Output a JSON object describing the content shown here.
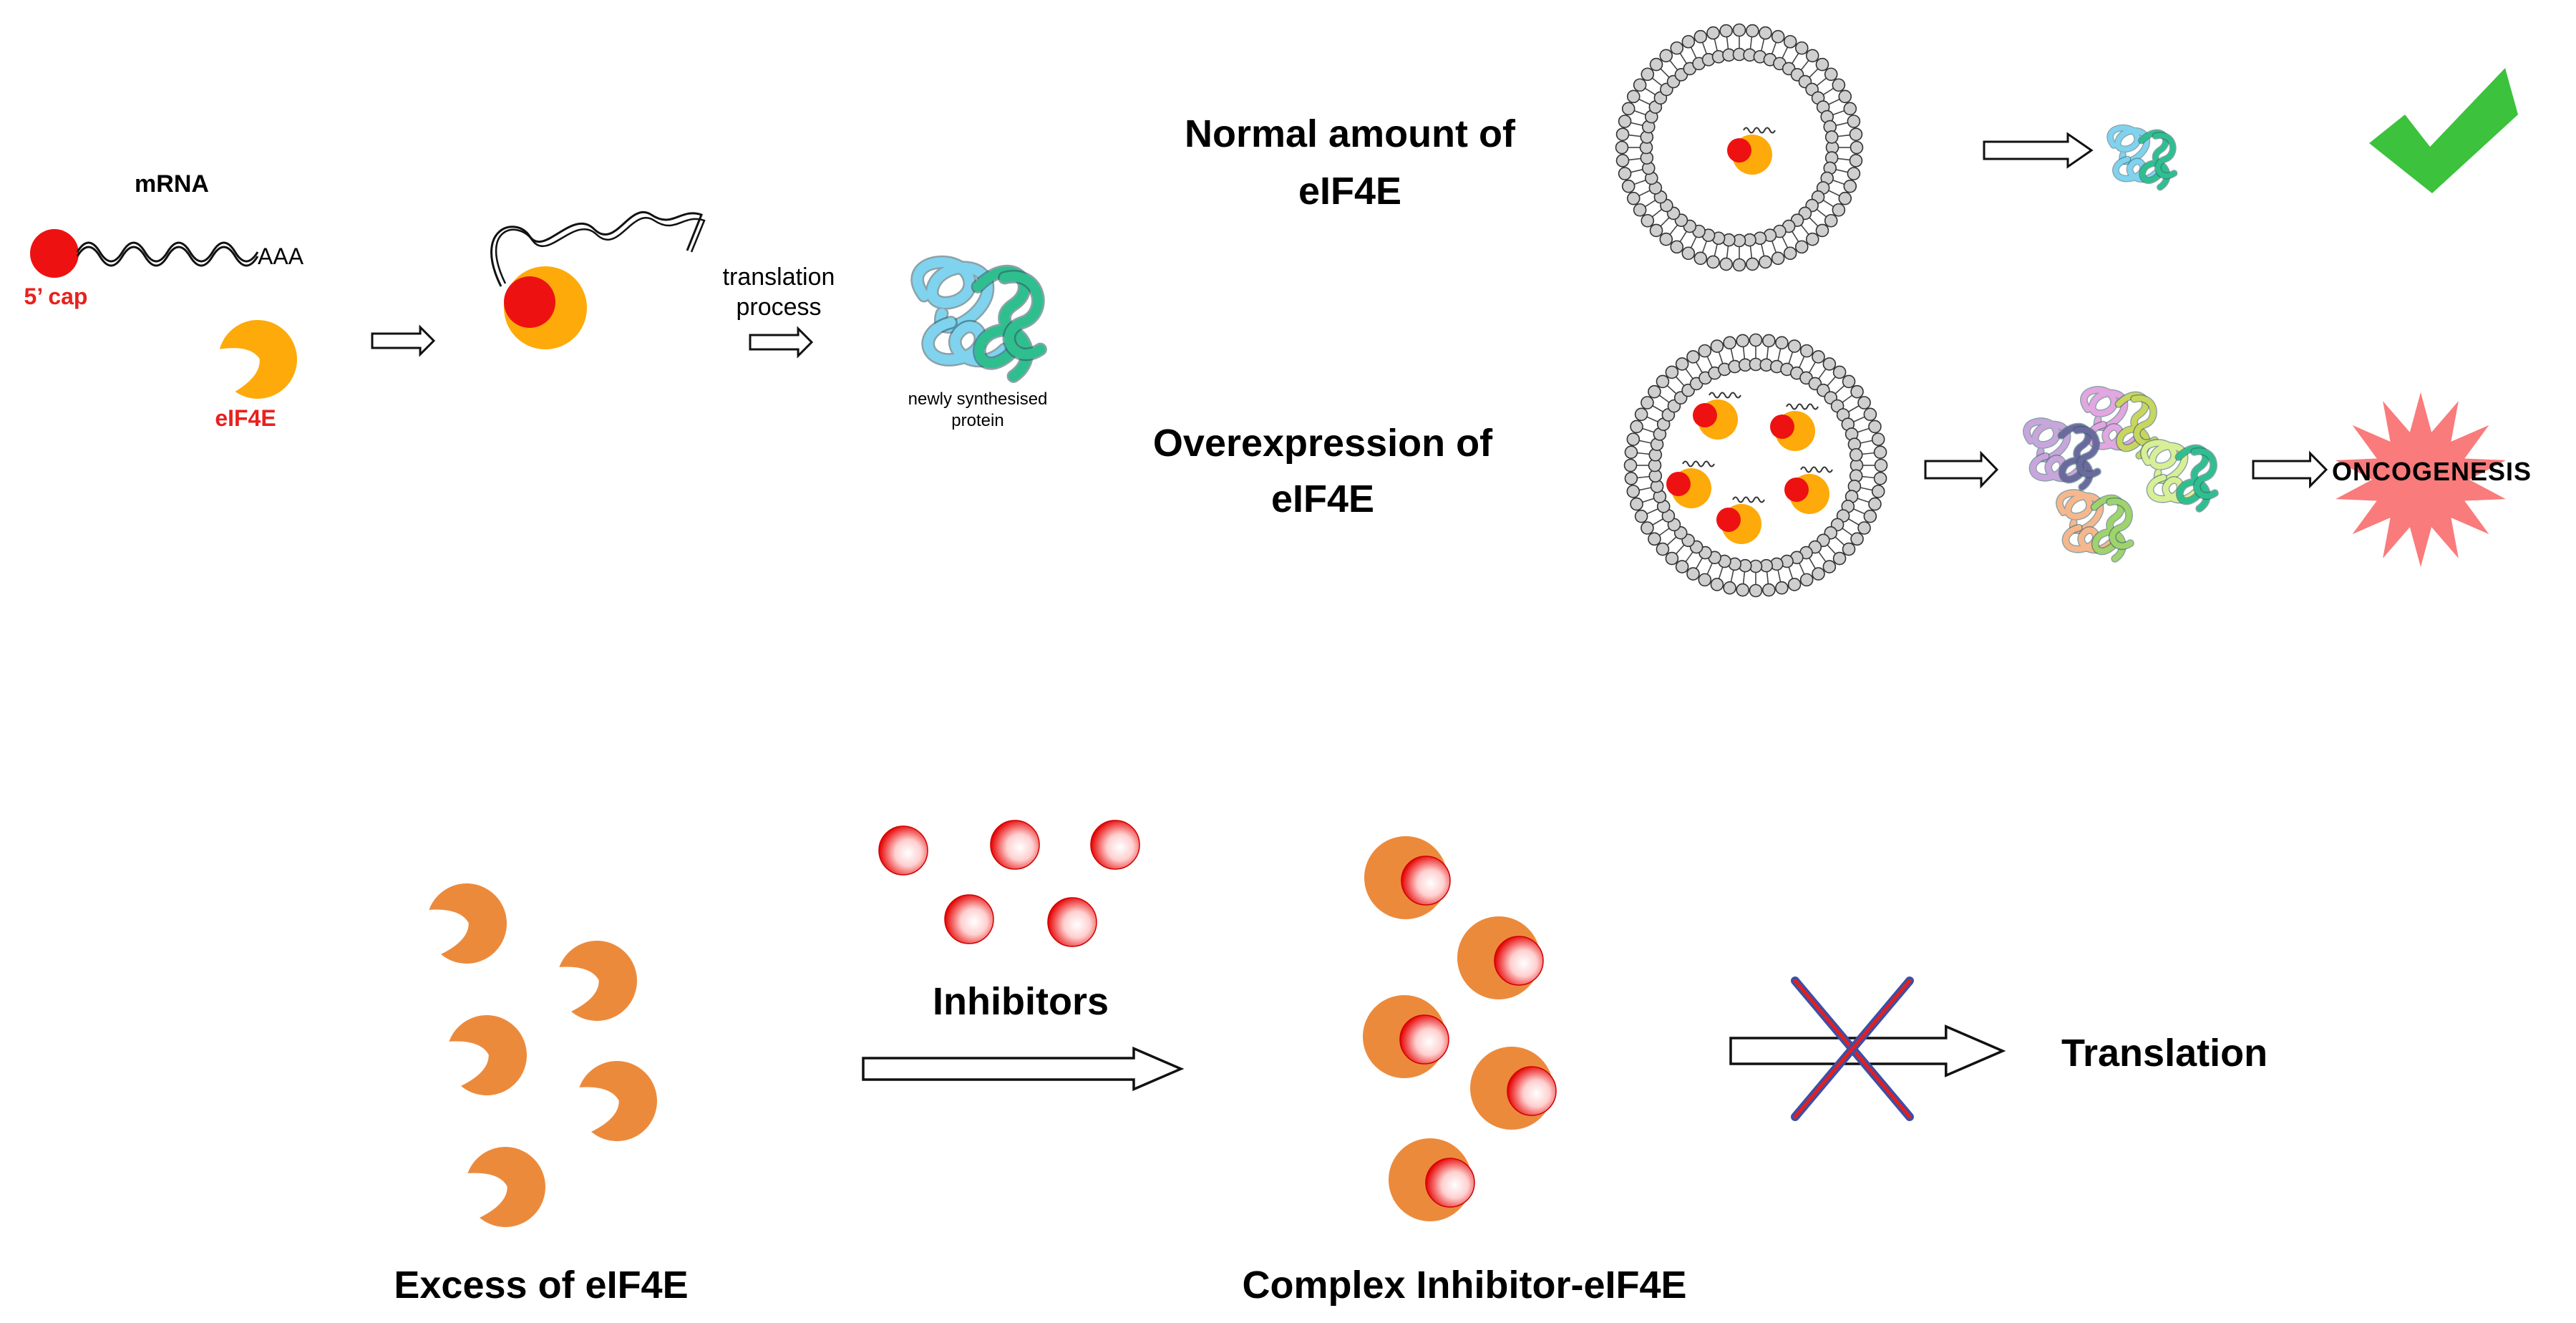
{
  "colors": {
    "cap_red": "#ee1111",
    "eif4e_orange": "#fdaa0a",
    "eif4e_dark_orange": "#ec8a3c",
    "label_red": "#e8211f",
    "check_green": "#3cc23c",
    "burst_pink": "#f97b7b",
    "cross_red": "#e02020",
    "cross_blue": "#3b4fa8"
  },
  "top_left": {
    "mrna_label": "mRNA",
    "poly_a_label": "AAA",
    "cap_label": "5’ cap",
    "eif4e_label": "eIF4E",
    "translation_label_line1": "translation",
    "translation_label_line2": "process",
    "protein_label_line1": "newly synthesised",
    "protein_label_line2": "protein"
  },
  "top_right": {
    "normal_line1": "Normal amount of",
    "normal_line2": "eIF4E",
    "over_line1": "Overexpression of",
    "over_line2": "eIF4E",
    "oncogenesis_label": "ONCOGENESIS"
  },
  "bottom": {
    "excess_label": "Excess of eIF4E",
    "inhibitors_label": "Inhibitors",
    "complex_label": "Complex Inhibitor-eIF4E",
    "translation_label": "Translation"
  }
}
